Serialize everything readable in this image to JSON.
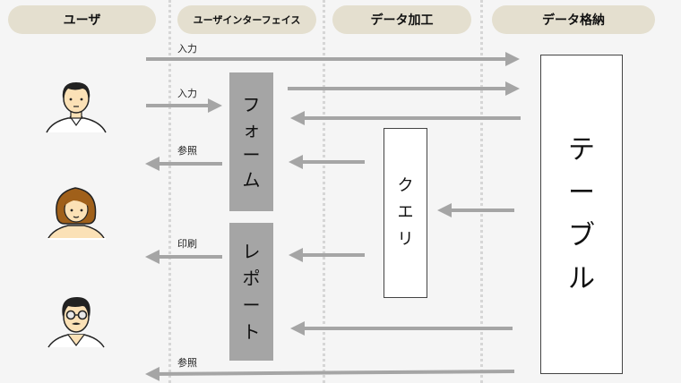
{
  "lanes": [
    {
      "id": "user",
      "label": "ユーザ"
    },
    {
      "id": "ui",
      "label": "ユーザインターフェイス"
    },
    {
      "id": "processing",
      "label": "データ加工"
    },
    {
      "id": "storage",
      "label": "データ格納"
    }
  ],
  "boxes": {
    "form": {
      "chars": [
        "フ",
        "ォ",
        "ー",
        "ム"
      ]
    },
    "report": {
      "chars": [
        "レ",
        "ポ",
        "ー",
        "ト"
      ]
    },
    "query": {
      "chars": [
        "ク",
        "エ",
        "リ"
      ]
    },
    "table": {
      "chars": [
        "テ",
        "ー",
        "ブ",
        "ル"
      ]
    }
  },
  "users": [
    {
      "name": "user-man-icon"
    },
    {
      "name": "user-woman-icon"
    },
    {
      "name": "user-man-glasses-icon"
    }
  ],
  "flows": [
    {
      "id": "input-direct",
      "label": "入力"
    },
    {
      "id": "input-form",
      "label": "入力"
    },
    {
      "id": "reference-form",
      "label": "参照"
    },
    {
      "id": "print-report",
      "label": "印刷"
    },
    {
      "id": "reference-direct",
      "label": "参照"
    }
  ],
  "colors": {
    "background": "#f5f5f5",
    "header_pill": "#e4dfcf",
    "arrow": "#a5a5a5",
    "ui_box": "#a5a5a5",
    "divider": "#d6d6d6"
  }
}
